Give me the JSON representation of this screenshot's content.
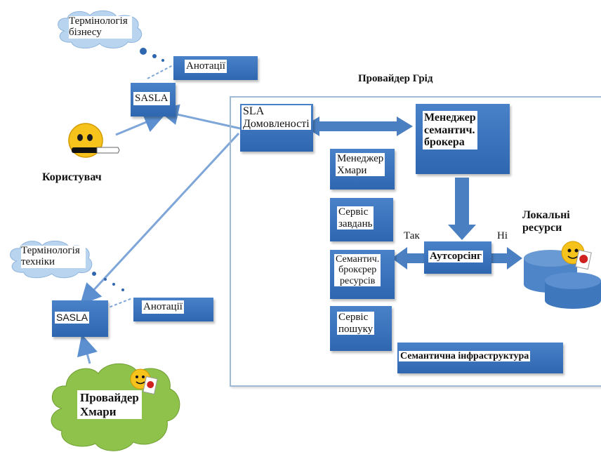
{
  "business_terms": {
    "label": "Термінологія бізнесу"
  },
  "annotations_top": {
    "label": "Анотації"
  },
  "sasla_top": {
    "label": "SASLA"
  },
  "user": {
    "label": "Користувач"
  },
  "grid_provider": {
    "title": "Провайдер Грід"
  },
  "sla": {
    "line1": "SLA",
    "line2": "Домовленості"
  },
  "semantic_broker_manager": {
    "line1": "Менеджер",
    "line2": "семантич.",
    "line3": "брокера"
  },
  "cloud_manager": {
    "line1": "Менеджер",
    "line2": "Хмари"
  },
  "task_service": {
    "line1": "Сервіс",
    "line2": "завдань"
  },
  "resource_broker": {
    "line1": "Семантич.",
    "line2": "брокєрер",
    "line3": "ресурсів"
  },
  "search_service": {
    "line1": "Сервіс",
    "line2": "пошуку"
  },
  "outsourcing": {
    "label": "Аутсорсінг",
    "yes": "Так",
    "no": "Ні"
  },
  "local_resources": {
    "line1": "Локальні",
    "line2": "ресурси"
  },
  "semantic_infra": {
    "label": "Семантична інфраструктура"
  },
  "tech_terms": {
    "label": "Термінологія техніки"
  },
  "annotations_bottom": {
    "label": "Анотації"
  },
  "sasla_bottom": {
    "label": "SASLA"
  },
  "cloud_provider": {
    "line1": "Провайдер",
    "line2": "Хмари"
  },
  "colors": {
    "box_blue": "#2e66b0",
    "arrow_blue": "#4a7fc1",
    "cloud_blue": "#b9d4ef",
    "cloud_green": "#8fc24a",
    "db_blue": "#4d85c8"
  }
}
